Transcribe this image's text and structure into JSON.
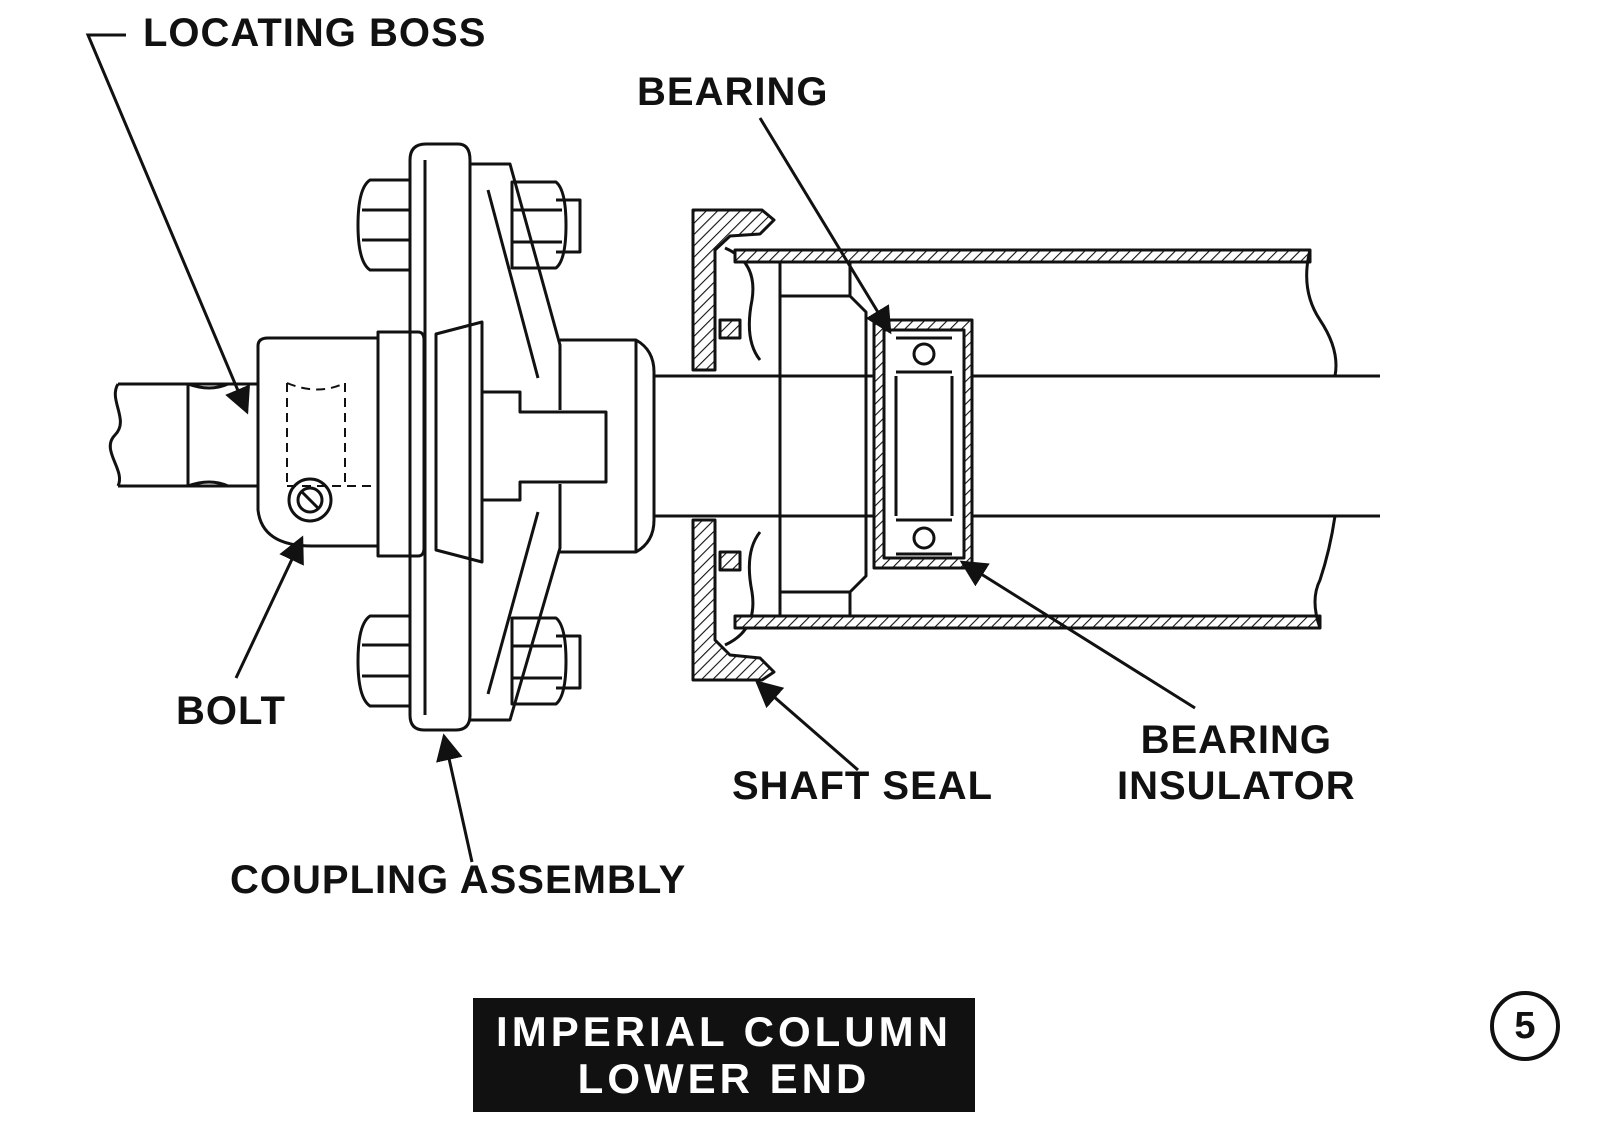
{
  "labels": {
    "locating_boss": "LOCATING BOSS",
    "bearing": "BEARING",
    "bolt": "BOLT",
    "shaft_seal": "SHAFT SEAL",
    "bearing_insulator_line1": "BEARING",
    "bearing_insulator_line2": "INSULATOR",
    "coupling_assembly": "COUPLING ASSEMBLY"
  },
  "title": {
    "line1": "IMPERIAL COLUMN",
    "line2": "LOWER END"
  },
  "figure_number": "5",
  "colors": {
    "ink": "#111111",
    "paper": "#ffffff",
    "title_box": "#111111",
    "title_text": "#ffffff"
  }
}
